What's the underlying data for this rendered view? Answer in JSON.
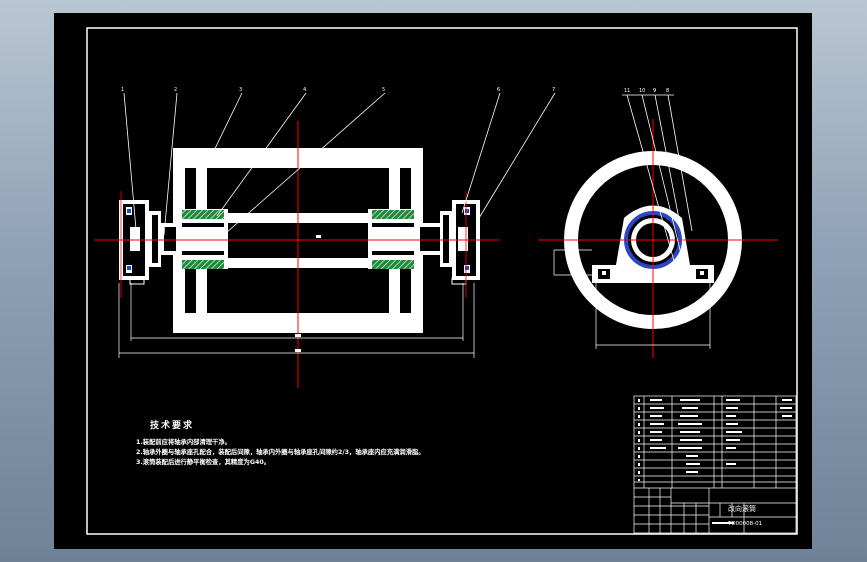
{
  "callouts": {
    "front": [
      "1",
      "2",
      "3",
      "4",
      "5",
      "6",
      "7"
    ],
    "side": [
      "11",
      "10",
      "9",
      "8"
    ]
  },
  "tech_requirements": {
    "title": "技术要求",
    "notes": [
      "1.装配前应将轴承内部清理干净。",
      "2.轴承外圈与轴承座孔配合，装配后间隙，轴承内外圈与轴承座孔间隙约2/3，轴承座内应充满润滑脂。",
      "3.滚筒装配后进行静平衡检查，其精度为G40。"
    ]
  },
  "title_block": {
    "drawing_title": "改向滚筒",
    "drawing_code": "TD00008-01"
  },
  "colors": {
    "background": "#000000",
    "lines": "#ffffff",
    "centerline": "#ff0000",
    "section_hatch": "#1f8a3c",
    "bearing": "#2b44c8",
    "viewport_frame": "#8fa1b6"
  }
}
